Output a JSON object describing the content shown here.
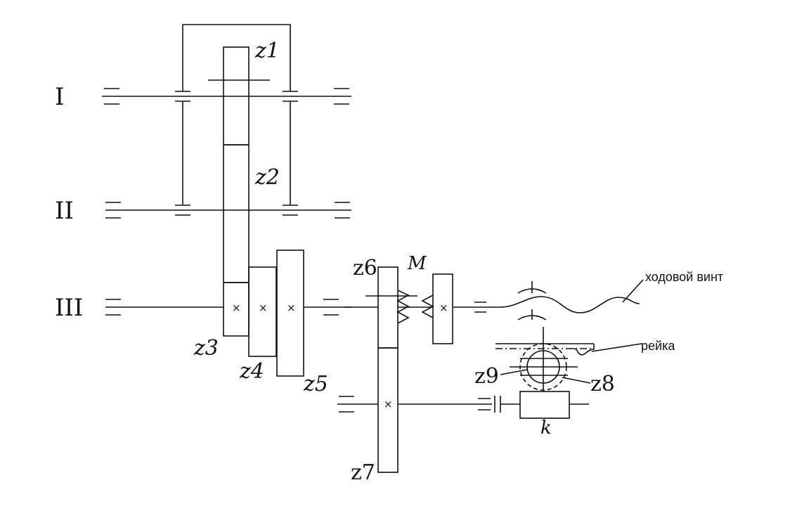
{
  "shafts": {
    "shaft_1": "I",
    "shaft_2": "II",
    "shaft_3": "III"
  },
  "gears": {
    "z1": "z1",
    "z2": "z2",
    "z3": "z3",
    "z4": "z4",
    "z5": "z5",
    "z6": "z6",
    "z7": "z7",
    "z8": "z8",
    "z9": "z9"
  },
  "clutch_label": "M",
  "carriage_label": "k",
  "lead_screw_label": "ходовой винт",
  "rack_label": "рейка",
  "gear_mark": "×"
}
